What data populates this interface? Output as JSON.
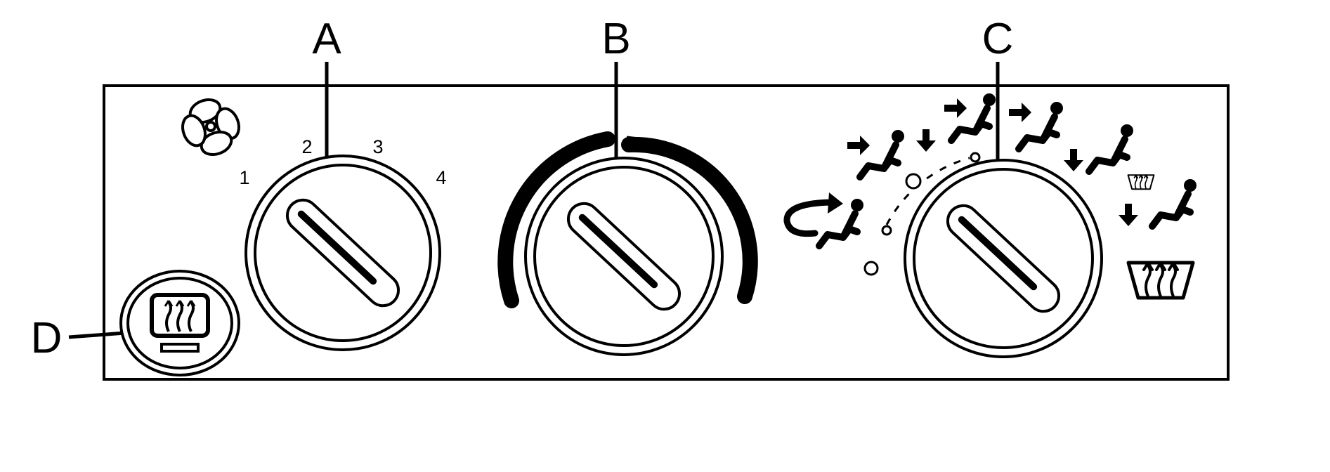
{
  "callouts": {
    "a": "A",
    "b": "B",
    "c": "C",
    "d": "D"
  },
  "fan_speeds": [
    "1",
    "2",
    "3",
    "4"
  ],
  "icons": {
    "fan": "fan-icon",
    "rear_defog": "rear-window-defog-icon",
    "recirculation": "recirculation-icon",
    "vent": "vent-mode-icon",
    "bi_level": "bi-level-mode-icon",
    "floor": "floor-mode-icon",
    "floor_defrost": "floor-defrost-mode-icon",
    "defrost": "windshield-defrost-icon"
  },
  "colors": {
    "line": "#000000",
    "background": "#ffffff"
  }
}
